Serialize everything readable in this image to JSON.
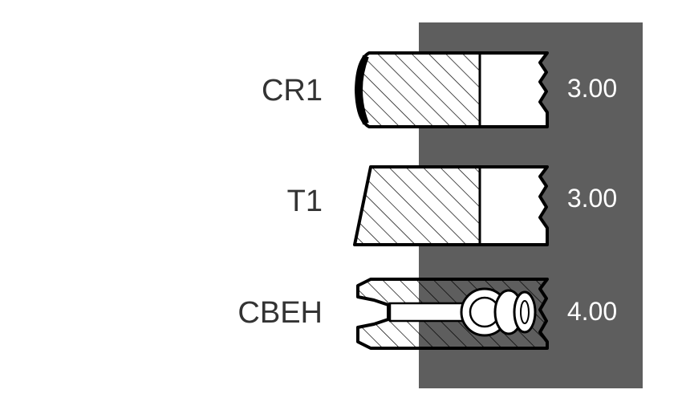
{
  "colors": {
    "background": "#ffffff",
    "panel": "#5e5e5e",
    "label_text": "#333333",
    "value_text": "#ffffff",
    "outline": "#000000"
  },
  "rings": [
    {
      "label": "CR1",
      "value": "3.00"
    },
    {
      "label": "T1",
      "value": "3.00"
    },
    {
      "label": "CBEH",
      "value": "4.00"
    }
  ]
}
